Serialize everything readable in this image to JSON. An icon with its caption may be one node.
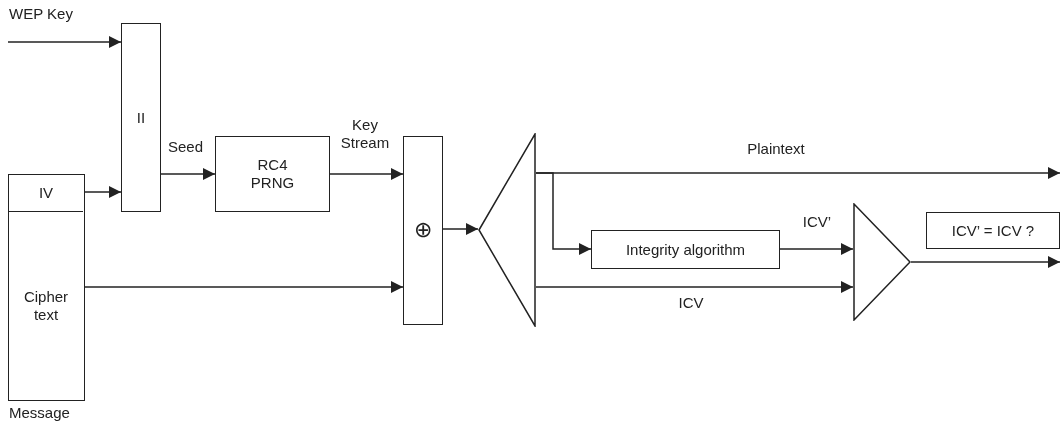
{
  "diagram": {
    "nodes": [
      {
        "text": [
          "Message"
        ]
      },
      {
        "text": [
          "IV"
        ],
        "in": 0
      },
      {
        "text": [
          "Cipher text"
        ],
        "in": 0
      },
      {
        "text": [
          "II"
        ]
      },
      {
        "text": [
          "RC4 PRNG"
        ]
      },
      {
        "text": [
          "⊕"
        ]
      },
      {
        "text": [],
        "shape": "triangle"
      },
      {
        "text": [
          "Integrity algorithm"
        ]
      },
      {
        "text": [],
        "shape": "triangle"
      },
      {
        "text": [
          "ICV’ = ICV ?"
        ]
      }
    ],
    "edges": [
      {
        "from": null,
        "to": 3,
        "arrow": "to",
        "label": "WEP Key"
      },
      {
        "from": 1,
        "to": 3,
        "arrow": "to"
      },
      {
        "from": 3,
        "to": 4,
        "arrow": "to",
        "label": "Seed"
      },
      {
        "from": 4,
        "to": 5,
        "arrow": "to",
        "label": "Key Stream"
      },
      {
        "from": 2,
        "to": 5,
        "arrow": "to"
      },
      {
        "from": 5,
        "to": 6,
        "arrow": "to"
      },
      {
        "from": 6,
        "to": null,
        "arrow": "to",
        "label": "Plaintext"
      },
      {
        "from": 6,
        "to": 7,
        "arrow": "to"
      },
      {
        "from": 7,
        "to": 8,
        "arrow": "to",
        "label": "ICV’"
      },
      {
        "from": 6,
        "to": 8,
        "arrow": "to",
        "label": "ICV"
      },
      {
        "from": 8,
        "to": 9,
        "arrow": "to"
      }
    ]
  }
}
